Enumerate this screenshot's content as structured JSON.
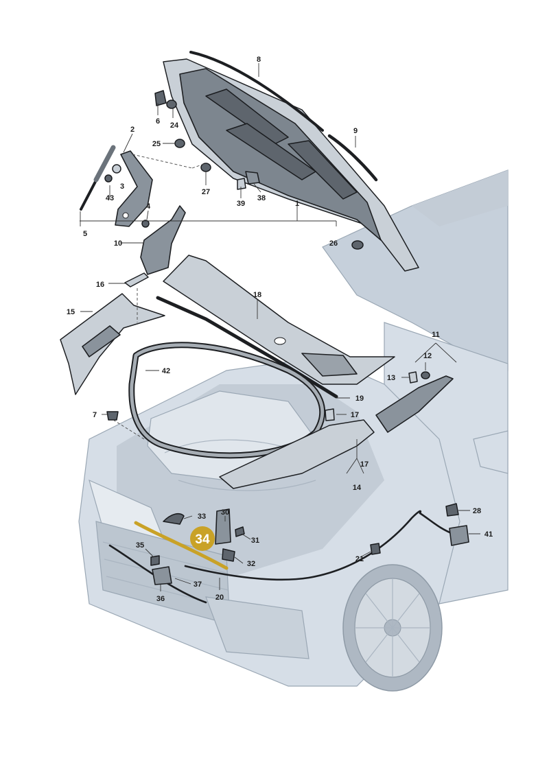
{
  "highlight": {
    "label": "34",
    "color": "#c9a227"
  },
  "colors": {
    "car_body": "#d6dee7",
    "part_line": "#1d1f22",
    "part_fill": "#8a939c"
  },
  "callouts": {
    "c1": "1",
    "c2": "2",
    "c3": "3",
    "c4": "4",
    "c5": "5",
    "c6": "6",
    "c7": "7",
    "c8": "8",
    "c9": "9",
    "c10": "10",
    "c11": "11",
    "c12": "12",
    "c13": "13",
    "c14": "14",
    "c15": "15",
    "c16": "16",
    "c17a": "17",
    "c17b": "17",
    "c18": "18",
    "c19": "19",
    "c20": "20",
    "c21": "21",
    "c24": "24",
    "c25": "25",
    "c26": "26",
    "c27": "27",
    "c28": "28",
    "c30": "30",
    "c31": "31",
    "c32": "32",
    "c33": "33",
    "c35": "35",
    "c36": "36",
    "c37": "37",
    "c38": "38",
    "c39": "39",
    "c41": "41",
    "c42": "42",
    "c43": "43"
  }
}
